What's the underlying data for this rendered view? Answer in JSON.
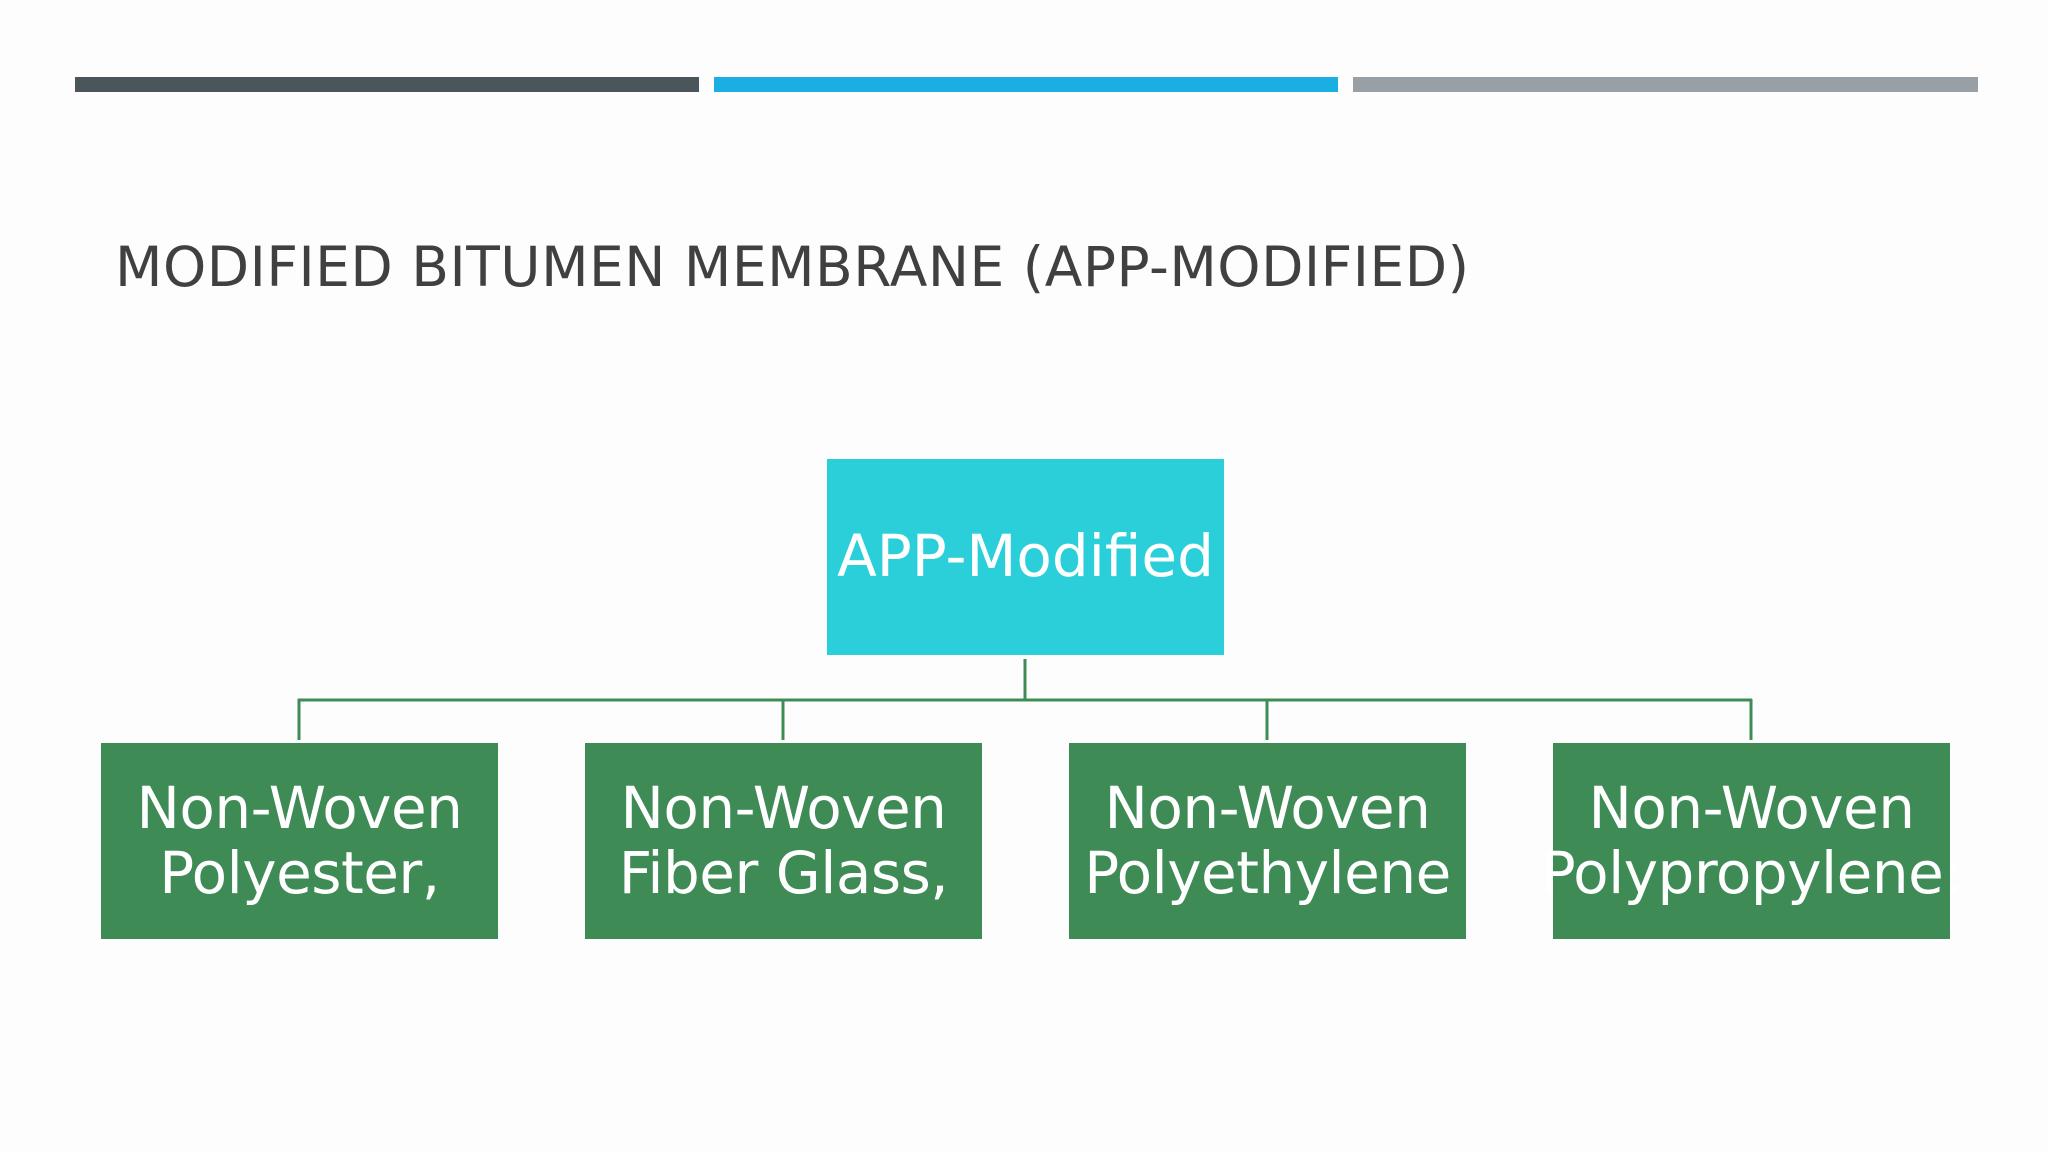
{
  "slide": {
    "title": "MODIFIED BITUMEN MEMBRANE (APP-MODIFIED)",
    "title_color": "#404040",
    "top_bar_colors": [
      "#4a555c",
      "#1aaee3",
      "#98a0a5"
    ]
  },
  "diagram": {
    "root": {
      "label": "APP-Modified",
      "color": "#2acfd9"
    },
    "children_color": "#3e8b55",
    "connector_color": "#3e8b55",
    "children": [
      {
        "label": "Non-Woven\nPolyester,"
      },
      {
        "label": "Non-Woven\nFiber Glass,"
      },
      {
        "label": "Non-Woven\nPolyethylene"
      },
      {
        "label": "Non-Woven\nPolypropylene:"
      }
    ]
  }
}
